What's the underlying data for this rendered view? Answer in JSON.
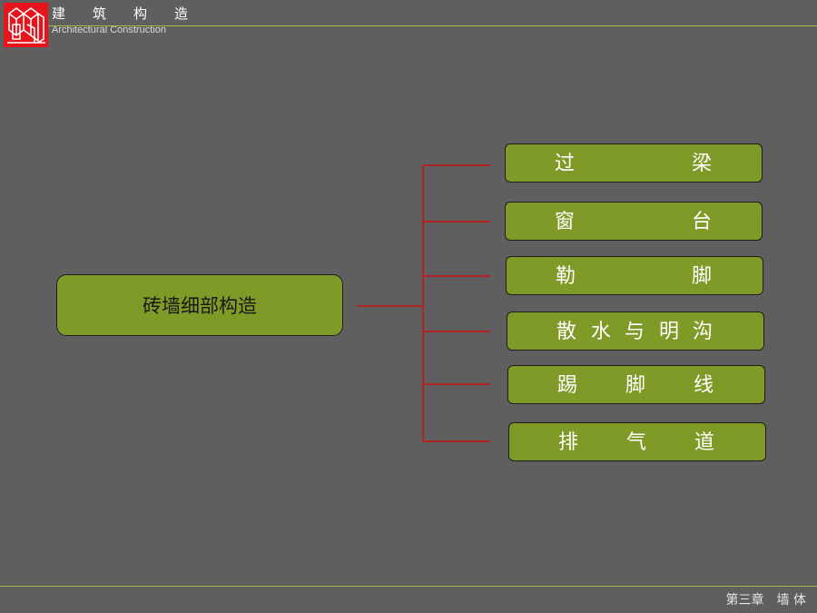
{
  "header": {
    "title_chars": [
      "建",
      "筑",
      "构",
      "造"
    ],
    "subtitle": "Architectural   Construction"
  },
  "main_node": {
    "label": "砖墙细部构造"
  },
  "branches": [
    {
      "chars": [
        "过",
        "梁"
      ]
    },
    {
      "chars": [
        "窗",
        "台"
      ]
    },
    {
      "chars": [
        "勒",
        "脚"
      ]
    },
    {
      "chars": [
        "散",
        "水",
        "与",
        "明",
        "沟"
      ]
    },
    {
      "chars": [
        "踢",
        "脚",
        "线"
      ]
    },
    {
      "chars": [
        "排",
        "气",
        "道"
      ]
    }
  ],
  "footer": {
    "chapter": "第三章　墙 体"
  },
  "colors": {
    "background": "#5f5f5f",
    "node_fill": "#7f9a26",
    "connector": "#cc1111",
    "rule_line": "#a8b84a",
    "logo": "#e8141b"
  }
}
